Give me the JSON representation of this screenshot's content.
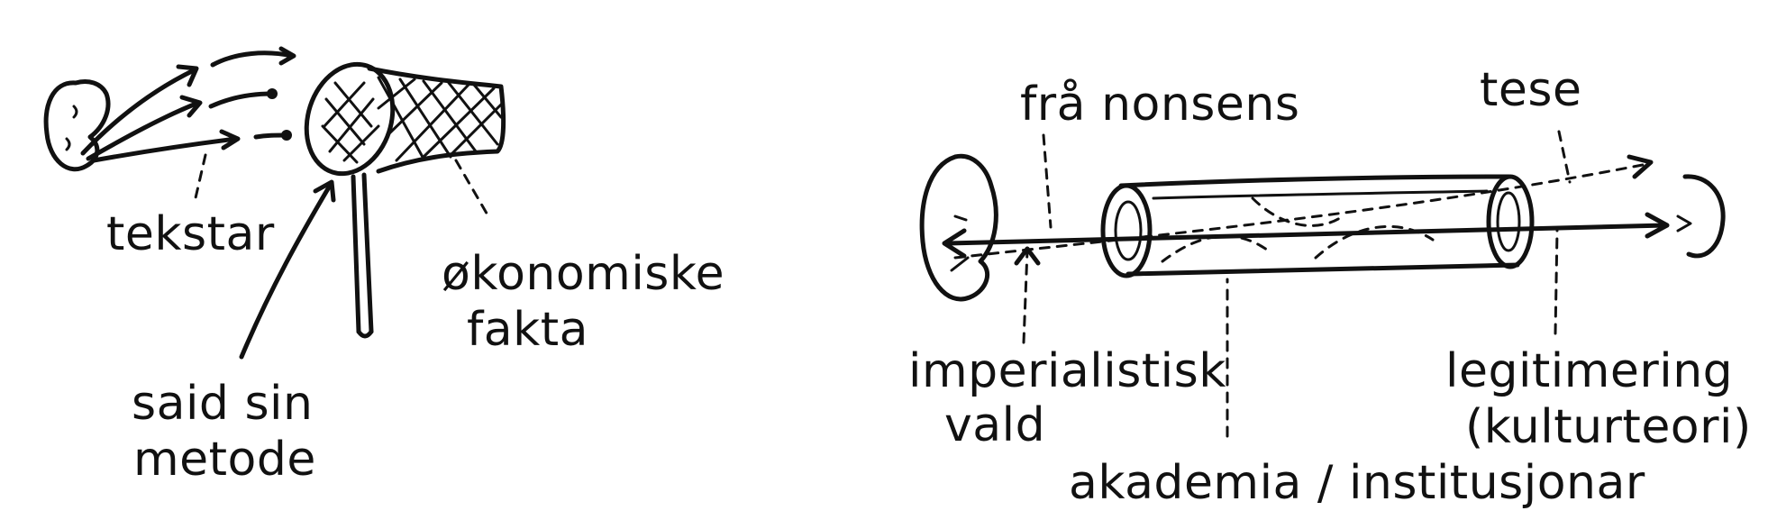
{
  "left_panel": {
    "labels": {
      "tekstar": "tekstar",
      "okonomiske": "økonomiske",
      "fakta": "fakta",
      "said_sin": "said sin",
      "metode": "metode"
    }
  },
  "right_panel": {
    "labels": {
      "fra_nonsens": "frå nonsens",
      "tese": "tese",
      "imperialistisk": "imperialistisk",
      "vald": "vald",
      "legitimering": "legitimering",
      "kulturteori": "(kulturteori)",
      "akademia": "akademia / institusjonar"
    }
  },
  "colors": {
    "ink": "#111111",
    "background": "#ffffff"
  }
}
